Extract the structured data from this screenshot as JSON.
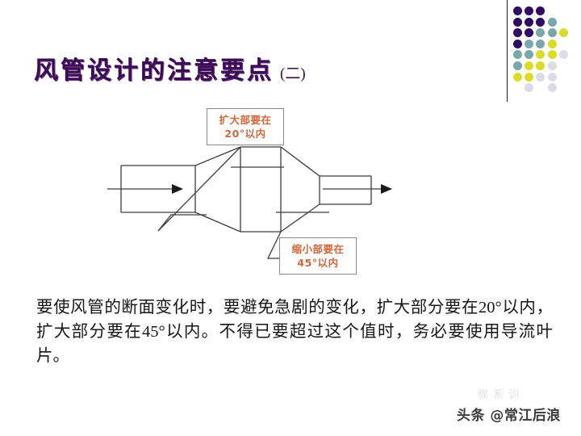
{
  "slide": {
    "title_main": "风管设计的注意要点",
    "title_sub": "(二)",
    "title_color": "#3b0b55",
    "background": "#ffffff"
  },
  "decor": {
    "rule_color": "#1a1a2e",
    "dot_grid": {
      "name": "dot-grid-decoration",
      "columns": 5,
      "rows": 8,
      "palette": {
        "purple": "#2e0a63",
        "teal": "#7aa7ab",
        "yellow": "#d9dd28",
        "lavender": "#dcdce8"
      },
      "cells": [
        [
          "purple",
          "purple",
          "purple",
          "none",
          "none"
        ],
        [
          "purple",
          "purple",
          "purple",
          "teal",
          "none"
        ],
        [
          "purple",
          "purple",
          "teal",
          "teal",
          "yellow"
        ],
        [
          "purple",
          "teal",
          "teal",
          "yellow",
          "none"
        ],
        [
          "teal",
          "teal",
          "yellow",
          "yellow",
          "lavender"
        ],
        [
          "teal",
          "yellow",
          "yellow",
          "lavender",
          "none"
        ],
        [
          "yellow",
          "yellow",
          "lavender",
          "lavender",
          "none"
        ],
        [
          "none",
          "lavender",
          "none",
          "lavender",
          "none"
        ]
      ]
    }
  },
  "diagram": {
    "name": "duct-transition-diagram",
    "line_color": "#3c3c3c",
    "flow_arrow_inlet": "flow direction right",
    "flow_arrow_outlet": "flow direction right",
    "sections": [
      "inlet-duct",
      "expansion-transition",
      "wide-duct",
      "contraction-transition",
      "outlet-duct"
    ]
  },
  "callouts": [
    {
      "id": "expand",
      "line1": "扩大部要在",
      "line2": "20°以内",
      "text_color": "#d4663a",
      "border_color": "#8a8a8a"
    },
    {
      "id": "contract",
      "line1": "缩小部要在",
      "line2": "45°以内",
      "text_color": "#d4663a",
      "border_color": "#8a8a8a"
    }
  ],
  "body": {
    "paragraph": "要使风管的断面变化时，要避免急剧的变化，扩大部分要在20°以内，扩大部分要在45°以内。不得已要超过这个值时，务必要使用导流叶片。"
  },
  "watermark": {
    "faint": "骤 系 训",
    "main": "头条 @常江后浪"
  }
}
